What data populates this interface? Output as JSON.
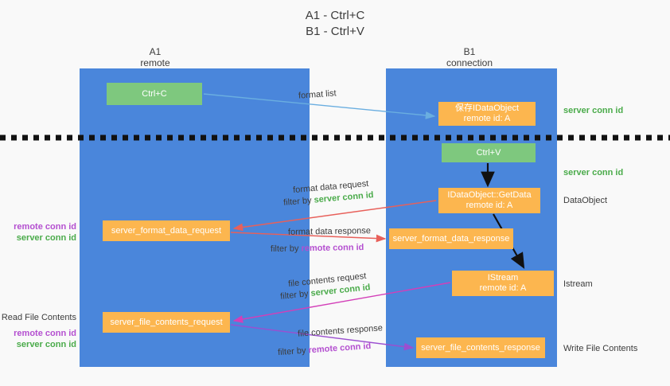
{
  "title": {
    "line1": "A1 - Ctrl+C",
    "line2": "B1 - Ctrl+V"
  },
  "columns": {
    "a1": {
      "name": "A1",
      "role": "remote"
    },
    "b1": {
      "name": "B1",
      "role": "connection"
    }
  },
  "boxes": {
    "ctrl_c": "Ctrl+C",
    "ctrl_v": "Ctrl+V",
    "save_idataobject_l1": "保存IDataObject",
    "save_idataobject_l2": "remote id: A",
    "getdata_l1": "IDataObject::GetData",
    "getdata_l2": "remote id: A",
    "istream_l1": "IStream",
    "istream_l2": "remote id: A",
    "server_format_data_request": "server_format_data_request",
    "server_format_data_response": "server_format_data_response",
    "server_file_contents_request": "server_file_contents_request",
    "server_file_contents_response": "server_file_contents_response"
  },
  "right_labels": {
    "server_conn_id_1": "server conn id",
    "server_conn_id_2": "server conn id",
    "dataobject": "DataObject",
    "istream": "Istream",
    "write_file_contents": "Write File Contents"
  },
  "left_labels": {
    "remote_conn_id_1": "remote conn id",
    "server_conn_id_1": "server conn id",
    "read_file_contents": "Read File Contents",
    "remote_conn_id_2": "remote conn id",
    "server_conn_id_2": "server conn id"
  },
  "edge_labels": {
    "format_list": "format list",
    "format_data_request": "format data request",
    "filter_by_prefix_1": "filter by ",
    "filter_by_server_conn_id_1": "server conn id",
    "format_data_response": "format data response",
    "filter_by_prefix_2": "filter by ",
    "filter_by_remote_conn_id_1": "remote conn id",
    "file_contents_request": "file contents request",
    "filter_by_prefix_3": "filter by ",
    "filter_by_server_conn_id_2": "server conn id",
    "file_contents_response": "file contents response",
    "filter_by_prefix_4": "filter by ",
    "filter_by_remote_conn_id_2": "remote conn id"
  },
  "colors": {
    "lane": "#4a86db",
    "green_box": "#7ec87e",
    "orange_box": "#fcb64f",
    "green_text": "#4aab4a",
    "purple_text": "#b44fd0",
    "background": "#f9f9f9",
    "arrow_blue": "#6aaee0",
    "arrow_red": "#e8605a",
    "arrow_magenta": "#d33fb8",
    "arrow_purple": "#9b4fd0",
    "arrow_black": "#111111",
    "dash_line": "#111111"
  }
}
